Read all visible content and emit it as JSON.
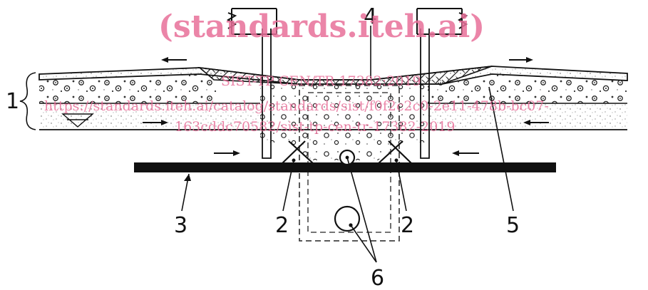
{
  "watermark": {
    "title": "(standards.iteh.ai)",
    "code": "SIST-TP CEN/TR 17382:2019",
    "url_line1": "https://standards.iteh.ai/catalog/standards/sist/f0f2c2c0-2e11-478b-bc07-",
    "url_line2": "163cddc70582/sist-tp-cen-tr-17382-2019"
  },
  "labels": {
    "l1": "1",
    "l2a": "2",
    "l2b": "2",
    "l3": "3",
    "l4": "4",
    "l5": "5",
    "l6": "6"
  }
}
